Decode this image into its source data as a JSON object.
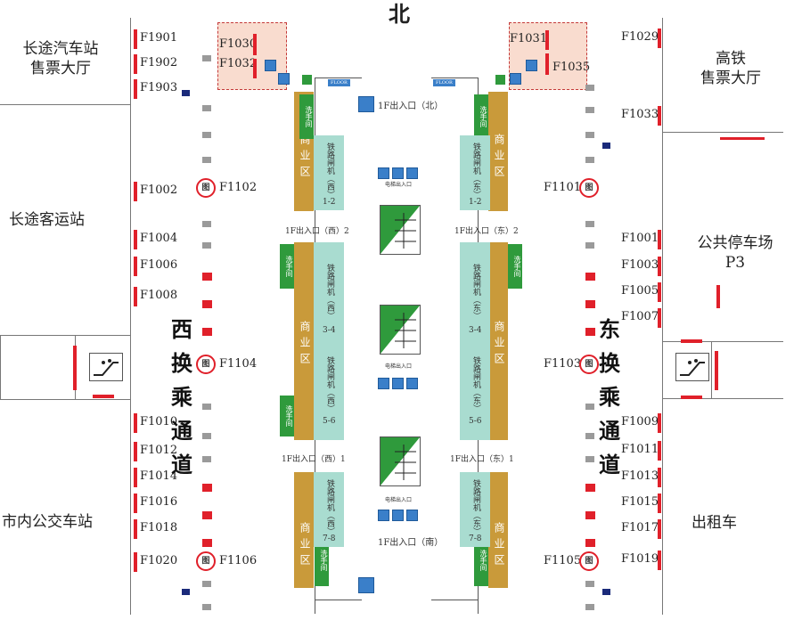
{
  "compass": {
    "north": "北"
  },
  "areas": {
    "long_bus_hall": "长途汽车站\n售票大厅",
    "long_passenger": "长途客运站",
    "city_bus": "市内公交车站",
    "hsr_hall": "高铁\n售票大厅",
    "parking": "公共停车场\nP3",
    "taxi": "出租车"
  },
  "west_gates": [
    "F1901",
    "F1902",
    "F1903",
    "F1002",
    "F1004",
    "F1006",
    "F1008",
    "F1010",
    "F1012",
    "F1014",
    "F1016",
    "F1018",
    "F1020"
  ],
  "east_gates": [
    "F1029",
    "F1033",
    "F1001",
    "F1003",
    "F1005",
    "F1007",
    "F1009",
    "F1011",
    "F1013",
    "F1015",
    "F1017",
    "F1019"
  ],
  "top_left_gates": [
    "F1030",
    "F1032"
  ],
  "top_right_gates": [
    "F1031",
    "F1035"
  ],
  "west_pillars": [
    "F1102",
    "F1104",
    "F1106"
  ],
  "east_pillars": [
    "F1101",
    "F1103",
    "F1105"
  ],
  "pillar_mark": "图",
  "west_corridor": [
    "西",
    "换",
    "乘",
    "通",
    "道"
  ],
  "east_corridor": [
    "东",
    "换",
    "乘",
    "通",
    "道"
  ],
  "commerce": "商业区",
  "washroom": "洗手间",
  "exits": {
    "north": "1F出入口（北）",
    "south": "1F出入口（南）",
    "west2": "1F出入口（西）2",
    "east2": "1F出入口（东）2",
    "west1": "1F出入口（西）1",
    "east1": "1F出入口（东）1"
  },
  "gate_zones": {
    "west_1": "铁路闸机（西）",
    "west_1_num": "1-2",
    "east_1": "铁路闸机（东）",
    "east_1_num": "1-2",
    "west_2": "铁路闸机（西）",
    "west_2_num": "3-4",
    "west_3_num": "5-6",
    "east_2": "铁路闸机（东）",
    "east_2_num": "3-4",
    "east_3_num": "5-6",
    "west_4": "铁路闸机（西）",
    "west_4_num": "7-8",
    "east_4": "铁路闸机（东）",
    "east_4_num": "7-8"
  },
  "stair_label": "电梯出入口",
  "colors": {
    "accent_red": "#e0202a",
    "commerce": "#c99a3a",
    "wash": "#2f9a3c",
    "gatezone": "#a9dcd0"
  }
}
